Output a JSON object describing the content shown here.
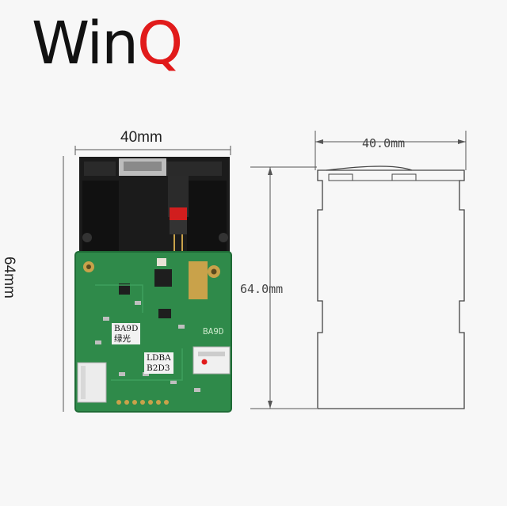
{
  "logo": {
    "brand_main": "Win",
    "brand_accent": "Q"
  },
  "photo": {
    "width_label": "40mm",
    "height_label": "64mm",
    "pcb_label_1_line1": "BA9D",
    "pcb_label_1_line2": "绿光",
    "pcb_label_2_line1": "LDBA",
    "pcb_label_2_line2": "B2D3",
    "silkscreen": "BA9D"
  },
  "drawing": {
    "width_label": "40.0mm",
    "height_label": "64.0mm"
  },
  "colors": {
    "accent": "#e11b1b",
    "pcb": "#2f8a4a",
    "housing": "#1a1a1a"
  }
}
